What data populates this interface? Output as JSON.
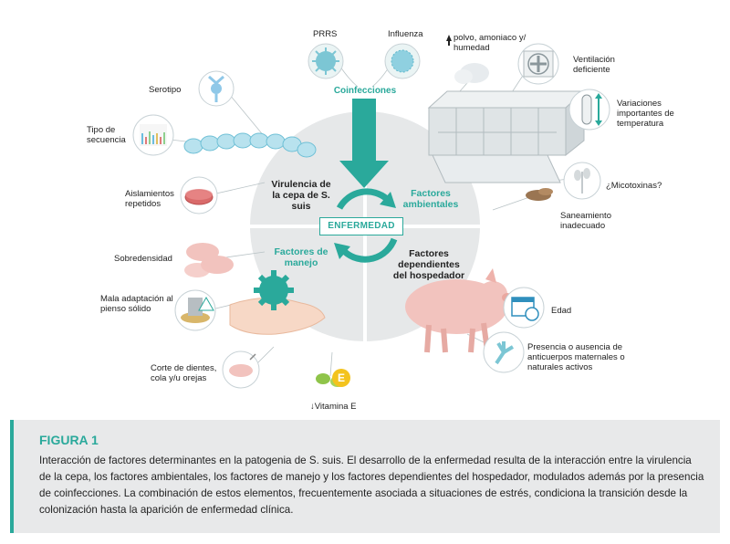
{
  "quadrants": {
    "top_left": "Virulencia de la cepa de S. suis",
    "top_right": "Factores ambientales",
    "bottom_left": "Factores de manejo",
    "bottom_right": "Factores dependientes del hospedador"
  },
  "center_label": "ENFERMEDAD",
  "coinfecciones": "Coinfecciones",
  "top_items": {
    "prrs": "PRRS",
    "influenza": "Influenza"
  },
  "left_items": {
    "serotipo": "Serotipo",
    "tipo_secuencia": "Tipo de secuencia",
    "aislamientos": "Aislamientos repetidos",
    "sobredensidad": "Sobredensidad",
    "mala_adaptacion": "Mala adaptación al pienso sólido",
    "corte": "Corte de dientes, cola y/u orejas"
  },
  "right_items": {
    "polvo": "polvo, amoniaco y/ humedad",
    "ventilacion": "Ventilación deficiente",
    "variaciones": "Variaciones importantes de temperatura",
    "micotoxinas": "¿Micotoxinas?",
    "saneamiento": "Saneamiento inadecuado",
    "edad": "Edad",
    "anticuerpos": "Presencia o ausencia de anticuerpos maternales o naturales activos"
  },
  "vitamina": "Vitamina E",
  "vitamina_badge": "E",
  "caption": {
    "title": "FIGURA 1",
    "text": "Interacción de factores determinantes en la patogenia de S. suis. El desarrollo de la enfermedad resulta de la interacción entre la virulencia de la cepa, los factores ambientales, los factores de manejo y los factores dependientes del hospedador, modulados además por la presencia de coinfecciones. La combinación de estos elementos, frecuentemente asociada a situaciones de estrés, condiciona la transición desde la colonización hasta la aparición de enfermedad clínica."
  },
  "colors": {
    "accent": "#2aa99b",
    "quadrant_fill": "#e6e8e9",
    "pig_pink": "#f2c3be"
  }
}
